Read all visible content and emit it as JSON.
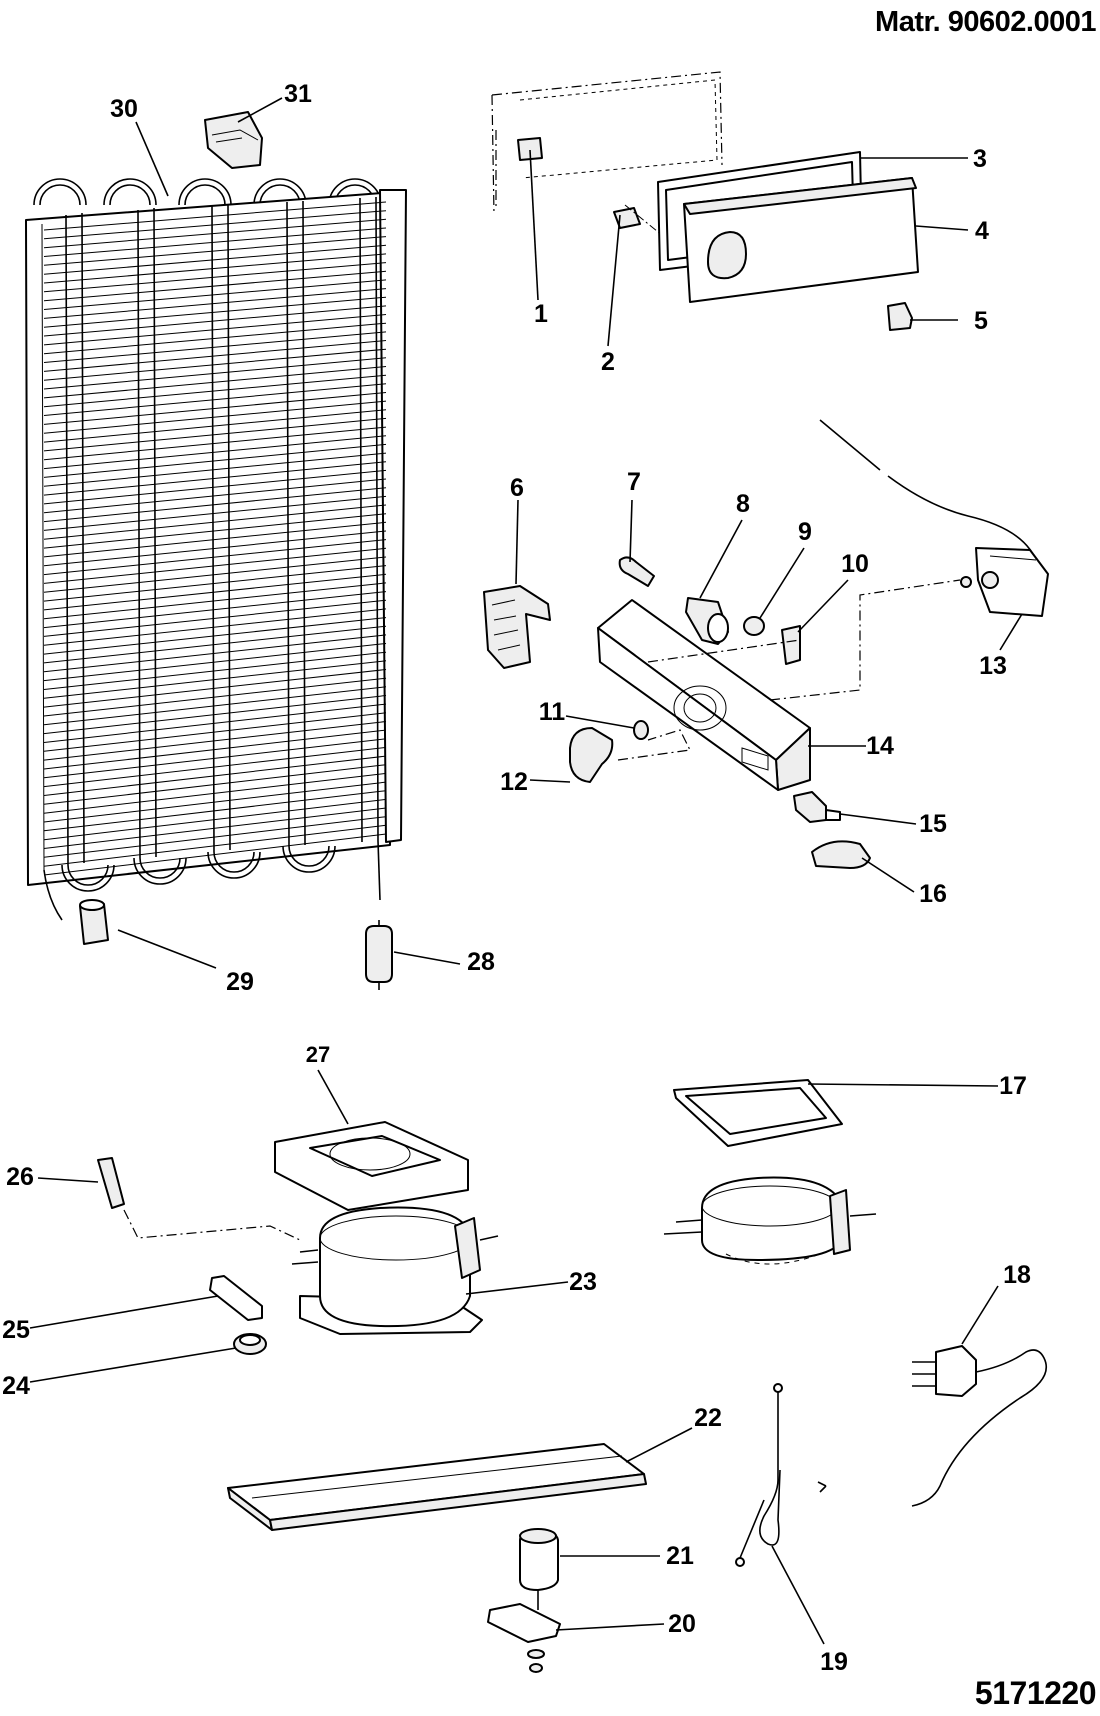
{
  "header": {
    "title": "Matr. 90602.0001",
    "drawing_code": "5171220"
  },
  "callouts": [
    "1",
    "2",
    "3",
    "4",
    "5",
    "6",
    "7",
    "8",
    "9",
    "10",
    "11",
    "12",
    "13",
    "14",
    "15",
    "16",
    "17",
    "18",
    "19",
    "20",
    "21",
    "22",
    "23",
    "24",
    "25",
    "26",
    "27",
    "28",
    "29",
    "30",
    "31"
  ],
  "colors": {
    "line": "#000000",
    "background": "#ffffff",
    "shade": "#eeeeee"
  }
}
